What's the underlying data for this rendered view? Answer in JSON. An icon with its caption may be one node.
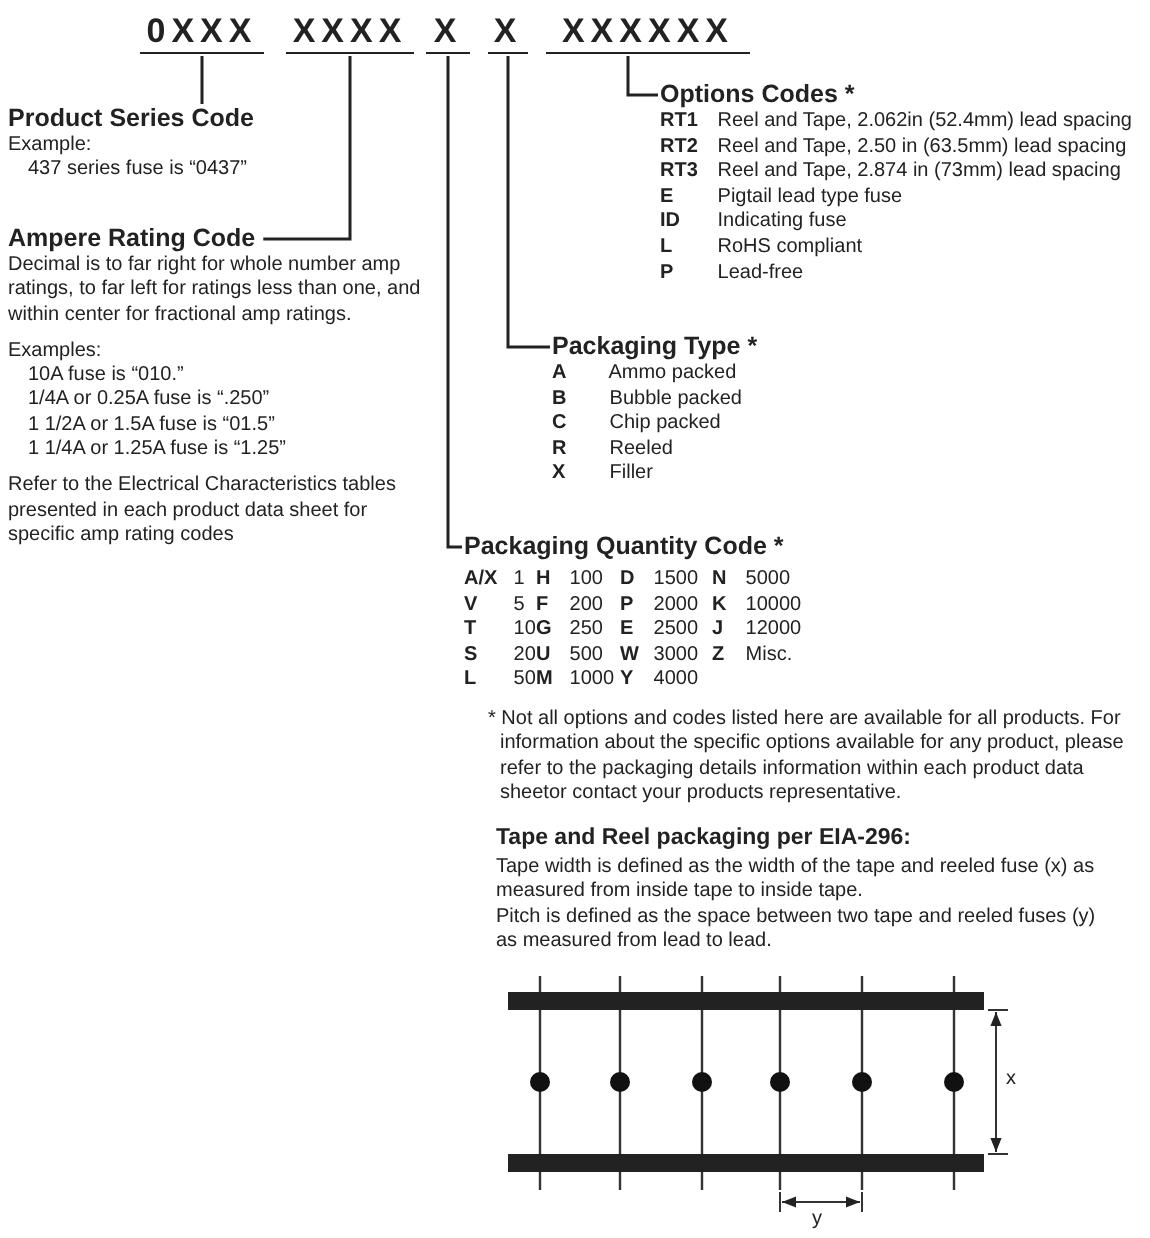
{
  "diagram": {
    "nodes": [
      {
        "text": [
          "0XXX"
        ]
      },
      {
        "text": [
          "XXXX"
        ]
      },
      {
        "text": [
          "X"
        ]
      },
      {
        "text": [
          "X"
        ]
      },
      {
        "text": [
          "XXXXXX"
        ]
      },
      {
        "text": [
          "Product Series Code",
          "Example:",
          "437 series fuse is “0437”"
        ]
      },
      {
        "text": [
          "Ampere Rating Code",
          "Decimal is to far right for whole number amp ratings, to far left for ratings less than one, and within center for fractional amp ratings.",
          "Examples:",
          "10A fuse is “010.”",
          "1/4A or 0.25A fuse is “.250”",
          "1 1/2A or 1.5A fuse is “01.5”",
          "1 1/4A or 1.25A fuse is “1.25”",
          "Refer to the Electrical Characteristics tables presented in each product data sheet for specific amp rating codes"
        ]
      },
      {
        "text": [
          "Packaging Quantity Code *"
        ]
      },
      {
        "text": [
          "Packaging Type *",
          "**A** Ammo packed",
          "**B** Bubble packed",
          "**C** Chip packed",
          "**R** Reeled",
          "**X** Filler"
        ]
      },
      {
        "text": [
          "Options Codes *",
          "**RT1** Reel and Tape, 2.062in (52.4mm) lead spacing",
          "**RT2** Reel and Tape, 2.50 in (63.5mm) lead spacing",
          "**RT3** Reel and Tape, 2.874 in (73mm) lead spacing",
          "**E** Pigtail lead type fuse",
          "**ID** Indicating fuse",
          "**L** RoHS compliant",
          "**P** Lead-free"
        ]
      }
    ],
    "edges": [
      {
        "from": 0,
        "to": 5,
        "arrow": "none"
      },
      {
        "from": 1,
        "to": 6,
        "arrow": "none"
      },
      {
        "from": 2,
        "to": 7,
        "arrow": "none"
      },
      {
        "from": 3,
        "to": 8,
        "arrow": "none"
      },
      {
        "from": 4,
        "to": 9,
        "arrow": "none"
      }
    ],
    "labels": [
      "**A/X** 1",
      "**H** 100",
      "**D** 1500",
      "**N** 5000",
      "**V** 5",
      "**F** 200",
      "**P** 2000",
      "**K** 10000",
      "**T** 10",
      "**G** 250",
      "**E** 2500",
      "**J** 12000",
      "**S** 20",
      "**U** 500",
      "**W** 3000",
      "**Z** Misc.",
      "**L** 50",
      "**M** 1000",
      "**Y** 4000",
      "* Not all options and codes listed here are available for all products. For information about the specific options available for any product, please refer to the packaging details information within each product data sheetor contact your products representative.",
      "Tape and Reel packaging per EIA-296:",
      "Tape width is defined as the width of the tape and reeled fuse (x) as measured from inside tape to inside tape.",
      "Pitch is defined as the space between two tape and reeled fuses (y) as measured from lead to lead.",
      "x",
      "y"
    ]
  }
}
